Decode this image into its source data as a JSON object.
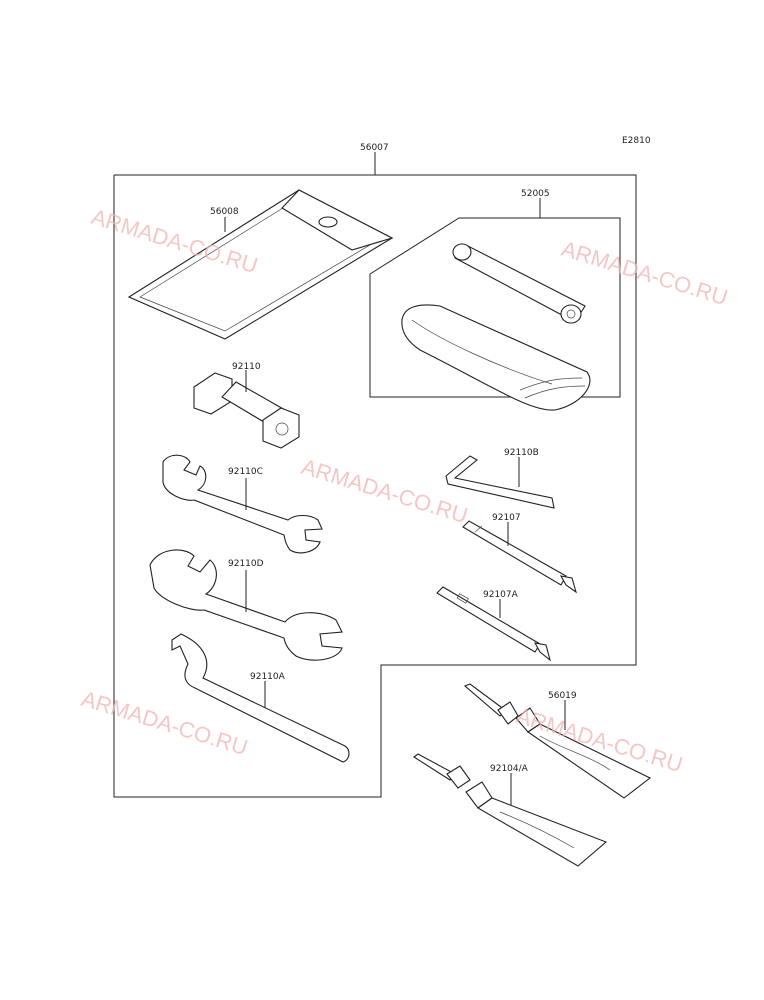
{
  "diagram_code": "E2810",
  "watermark": "ARMADA-CO.RU",
  "parts": {
    "tool_kit": "56007",
    "pouch": "56008",
    "plug_wrench_set": "52005",
    "box_wrench": "92110",
    "wrench_c": "92110C",
    "wrench_d": "92110D",
    "wrench_a": "92110A",
    "hex_wrench": "92110B",
    "screwdriver": "92107",
    "screwdriver_a": "92107A",
    "grease_tube": "56019",
    "sealant_tube": "92104/A"
  }
}
